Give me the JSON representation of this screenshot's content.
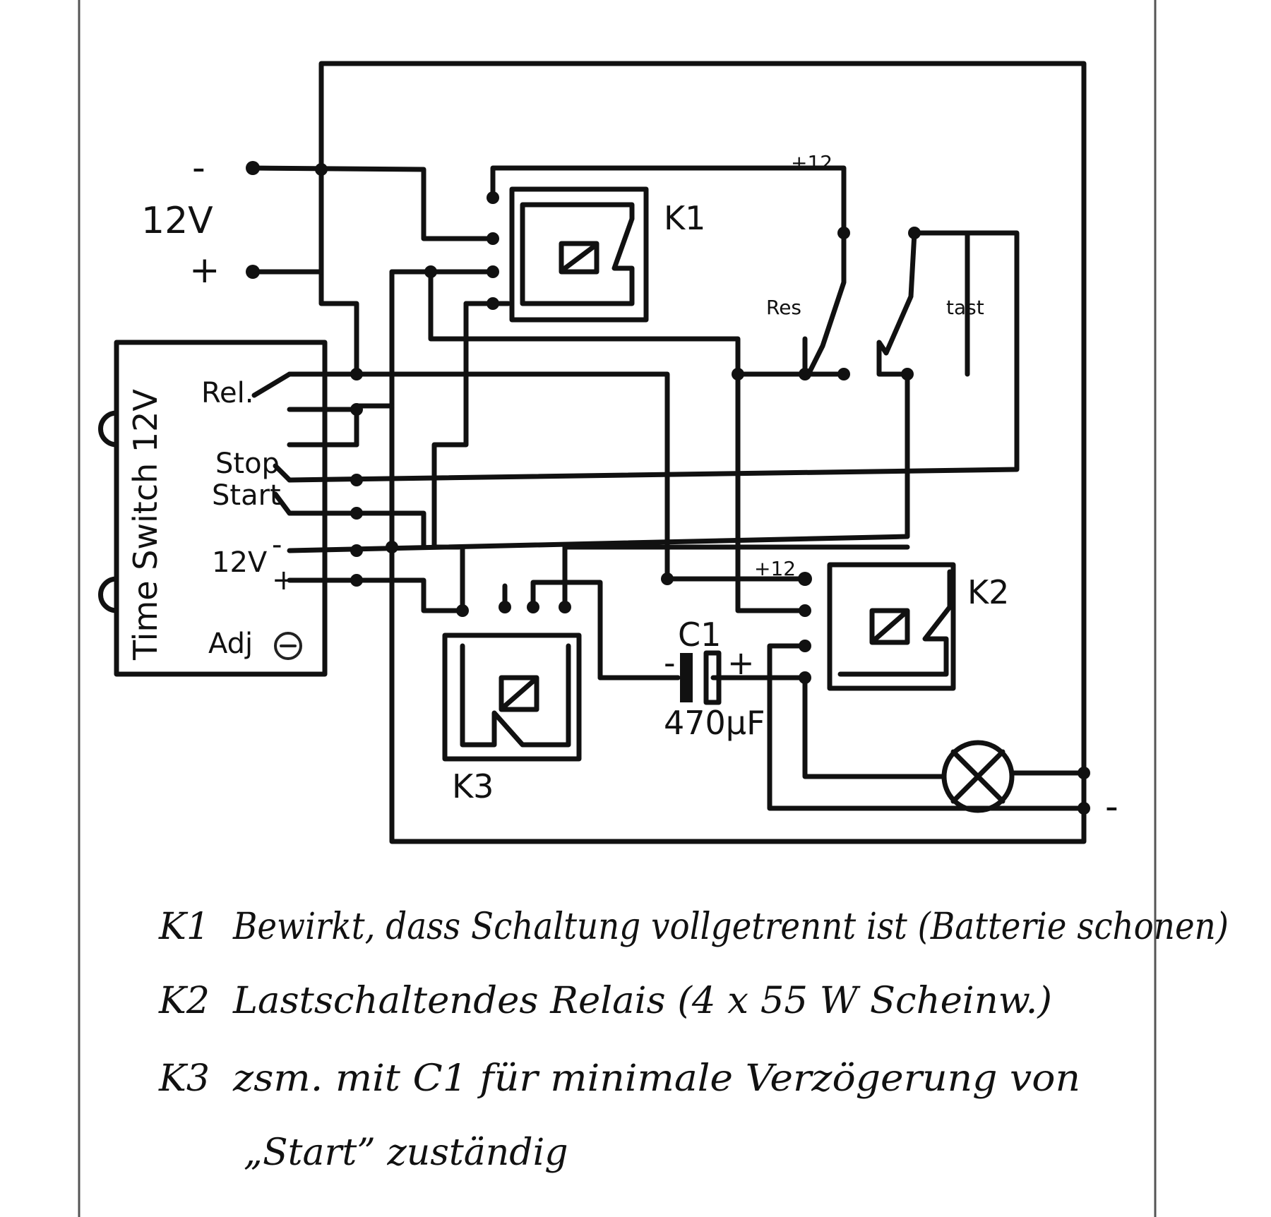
{
  "supply": {
    "voltage": "12V",
    "minus": "-",
    "plus": "+"
  },
  "time_switch": {
    "title": "Time Switch 12V",
    "rel": "Rel.",
    "stop": "Stop",
    "start": "Start",
    "v12": "12V",
    "minus": "-",
    "plus": "+",
    "adj": "Adj"
  },
  "relays": {
    "k1": "K1",
    "k2": "K2",
    "k3": "K3"
  },
  "plus12_top": "+12",
  "plus12_k2": "+12",
  "reset_label": "Res",
  "tast_label": "tast",
  "capacitor": {
    "name": "C1",
    "value": "470µF",
    "minus": "-",
    "plus": "+"
  },
  "ground_minus": "-",
  "notes": [
    {
      "id": "K1",
      "sub": "1",
      "text": "Bewirkt, dass Schaltung vollgetrennt ist (Batterie schonen)"
    },
    {
      "id": "K2",
      "sub": "2",
      "text": "Lastschaltendes Relais (4 x 55 W Scheinw.)"
    },
    {
      "id": "K3",
      "sub": "3",
      "text": "zsm. mit C1 für minimale Verzögerung von"
    },
    {
      "id": "",
      "sub": "",
      "text": "„Start” zuständig"
    }
  ]
}
